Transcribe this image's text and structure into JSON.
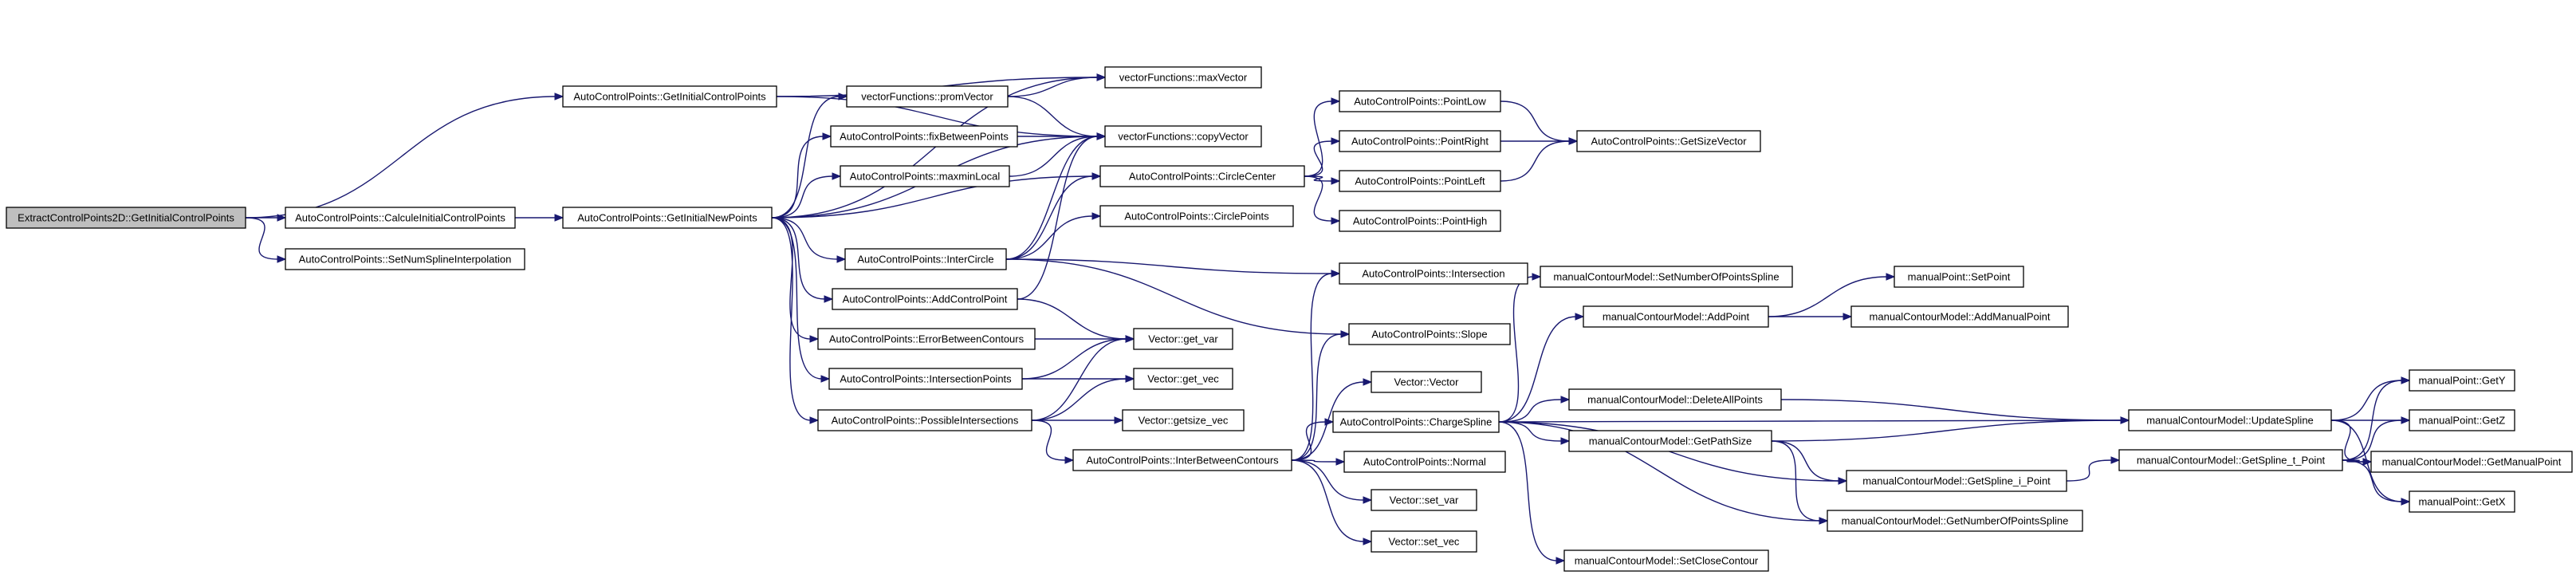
{
  "graph": {
    "root_fill": "#bfbfbf",
    "node_fill": "#ffffff",
    "edge_color": "#191970",
    "nodes": [
      {
        "id": "n0",
        "label": "ExtractControlPoints2D::GetInitialControlPoints",
        "root": true
      },
      {
        "id": "n1",
        "label": "AutoControlPoints::GetInitialControlPoints"
      },
      {
        "id": "n2",
        "label": "AutoControlPoints::CalculeInitialControlPoints"
      },
      {
        "id": "n3",
        "label": "AutoControlPoints::SetNumSplineInterpolation"
      },
      {
        "id": "n4",
        "label": "AutoControlPoints::GetInitialNewPoints"
      },
      {
        "id": "n5",
        "label": "vectorFunctions::promVector"
      },
      {
        "id": "n6",
        "label": "AutoControlPoints::fixBetweenPoints"
      },
      {
        "id": "n7",
        "label": "AutoControlPoints::maxminLocal"
      },
      {
        "id": "n8",
        "label": "AutoControlPoints::InterCircle"
      },
      {
        "id": "n9",
        "label": "AutoControlPoints::AddControlPoint"
      },
      {
        "id": "n10",
        "label": "AutoControlPoints::ErrorBetweenContours"
      },
      {
        "id": "n11",
        "label": "AutoControlPoints::IntersectionPoints"
      },
      {
        "id": "n12",
        "label": "AutoControlPoints::PossibleIntersections"
      },
      {
        "id": "n13",
        "label": "AutoControlPoints::InterBetweenContours"
      },
      {
        "id": "n14",
        "label": "vectorFunctions::maxVector"
      },
      {
        "id": "n15",
        "label": "vectorFunctions::copyVector"
      },
      {
        "id": "n16",
        "label": "AutoControlPoints::CircleCenter"
      },
      {
        "id": "n17",
        "label": "AutoControlPoints::CirclePoints"
      },
      {
        "id": "n18",
        "label": "Vector::get_var"
      },
      {
        "id": "n19",
        "label": "Vector::get_vec"
      },
      {
        "id": "n20",
        "label": "Vector::getsize_vec"
      },
      {
        "id": "n21",
        "label": "AutoControlPoints::PointLow"
      },
      {
        "id": "n22",
        "label": "AutoControlPoints::PointRight"
      },
      {
        "id": "n23",
        "label": "AutoControlPoints::PointLeft"
      },
      {
        "id": "n24",
        "label": "AutoControlPoints::PointHigh"
      },
      {
        "id": "n25",
        "label": "AutoControlPoints::Intersection"
      },
      {
        "id": "n26",
        "label": "AutoControlPoints::Slope"
      },
      {
        "id": "n27",
        "label": "Vector::Vector"
      },
      {
        "id": "n28",
        "label": "AutoControlPoints::ChargeSpline"
      },
      {
        "id": "n29",
        "label": "AutoControlPoints::Normal"
      },
      {
        "id": "n30",
        "label": "Vector::set_var"
      },
      {
        "id": "n31",
        "label": "Vector::set_vec"
      },
      {
        "id": "n32",
        "label": "AutoControlPoints::GetSizeVector"
      },
      {
        "id": "n33",
        "label": "manualContourModel::SetNumberOfPointsSpline"
      },
      {
        "id": "n34",
        "label": "manualContourModel::AddPoint"
      },
      {
        "id": "n35",
        "label": "manualContourModel::DeleteAllPoints"
      },
      {
        "id": "n36",
        "label": "manualContourModel::GetPathSize"
      },
      {
        "id": "n37",
        "label": "manualContourModel::SetCloseContour"
      },
      {
        "id": "n38",
        "label": "manualPoint::SetPoint"
      },
      {
        "id": "n39",
        "label": "manualContourModel::AddManualPoint"
      },
      {
        "id": "n40",
        "label": "manualContourModel::UpdateSpline"
      },
      {
        "id": "n41",
        "label": "manualContourModel::GetSpline_i_Point"
      },
      {
        "id": "n42",
        "label": "manualContourModel::GetNumberOfPointsSpline"
      },
      {
        "id": "n43",
        "label": "manualContourModel::GetSpline_t_Point"
      },
      {
        "id": "n44",
        "label": "manualPoint::GetY"
      },
      {
        "id": "n45",
        "label": "manualPoint::GetZ"
      },
      {
        "id": "n46",
        "label": "manualContourModel::GetManualPoint"
      },
      {
        "id": "n47",
        "label": "manualPoint::GetX"
      }
    ],
    "edges": [
      [
        "n0",
        "n1"
      ],
      [
        "n0",
        "n2"
      ],
      [
        "n0",
        "n3"
      ],
      [
        "n1",
        "n14"
      ],
      [
        "n1",
        "n15"
      ],
      [
        "n2",
        "n4"
      ],
      [
        "n4",
        "n5"
      ],
      [
        "n4",
        "n6"
      ],
      [
        "n4",
        "n7"
      ],
      [
        "n4",
        "n8"
      ],
      [
        "n4",
        "n9"
      ],
      [
        "n4",
        "n10"
      ],
      [
        "n4",
        "n11"
      ],
      [
        "n4",
        "n12"
      ],
      [
        "n4",
        "n14"
      ],
      [
        "n4",
        "n15"
      ],
      [
        "n4",
        "n16"
      ],
      [
        "n5",
        "n14"
      ],
      [
        "n5",
        "n15"
      ],
      [
        "n6",
        "n15"
      ],
      [
        "n7",
        "n15"
      ],
      [
        "n8",
        "n15"
      ],
      [
        "n8",
        "n16"
      ],
      [
        "n8",
        "n17"
      ],
      [
        "n8",
        "n25"
      ],
      [
        "n8",
        "n26"
      ],
      [
        "n9",
        "n15"
      ],
      [
        "n9",
        "n18"
      ],
      [
        "n10",
        "n18"
      ],
      [
        "n11",
        "n18"
      ],
      [
        "n11",
        "n19"
      ],
      [
        "n12",
        "n13"
      ],
      [
        "n12",
        "n18"
      ],
      [
        "n12",
        "n19"
      ],
      [
        "n12",
        "n20"
      ],
      [
        "n13",
        "n25"
      ],
      [
        "n13",
        "n26"
      ],
      [
        "n13",
        "n27"
      ],
      [
        "n13",
        "n28"
      ],
      [
        "n13",
        "n29"
      ],
      [
        "n13",
        "n30"
      ],
      [
        "n13",
        "n31"
      ],
      [
        "n16",
        "n21"
      ],
      [
        "n16",
        "n22"
      ],
      [
        "n16",
        "n23"
      ],
      [
        "n16",
        "n24"
      ],
      [
        "n21",
        "n32"
      ],
      [
        "n22",
        "n32"
      ],
      [
        "n23",
        "n32"
      ],
      [
        "n28",
        "n33"
      ],
      [
        "n28",
        "n34"
      ],
      [
        "n28",
        "n35"
      ],
      [
        "n28",
        "n36"
      ],
      [
        "n28",
        "n37"
      ],
      [
        "n28",
        "n40"
      ],
      [
        "n28",
        "n41"
      ],
      [
        "n28",
        "n42"
      ],
      [
        "n34",
        "n38"
      ],
      [
        "n34",
        "n39"
      ],
      [
        "n35",
        "n40"
      ],
      [
        "n36",
        "n40"
      ],
      [
        "n36",
        "n41"
      ],
      [
        "n36",
        "n42"
      ],
      [
        "n40",
        "n44"
      ],
      [
        "n40",
        "n45"
      ],
      [
        "n40",
        "n46"
      ],
      [
        "n40",
        "n47"
      ],
      [
        "n41",
        "n43"
      ],
      [
        "n43",
        "n44"
      ],
      [
        "n43",
        "n45"
      ],
      [
        "n43",
        "n46"
      ],
      [
        "n43",
        "n47"
      ]
    ]
  }
}
